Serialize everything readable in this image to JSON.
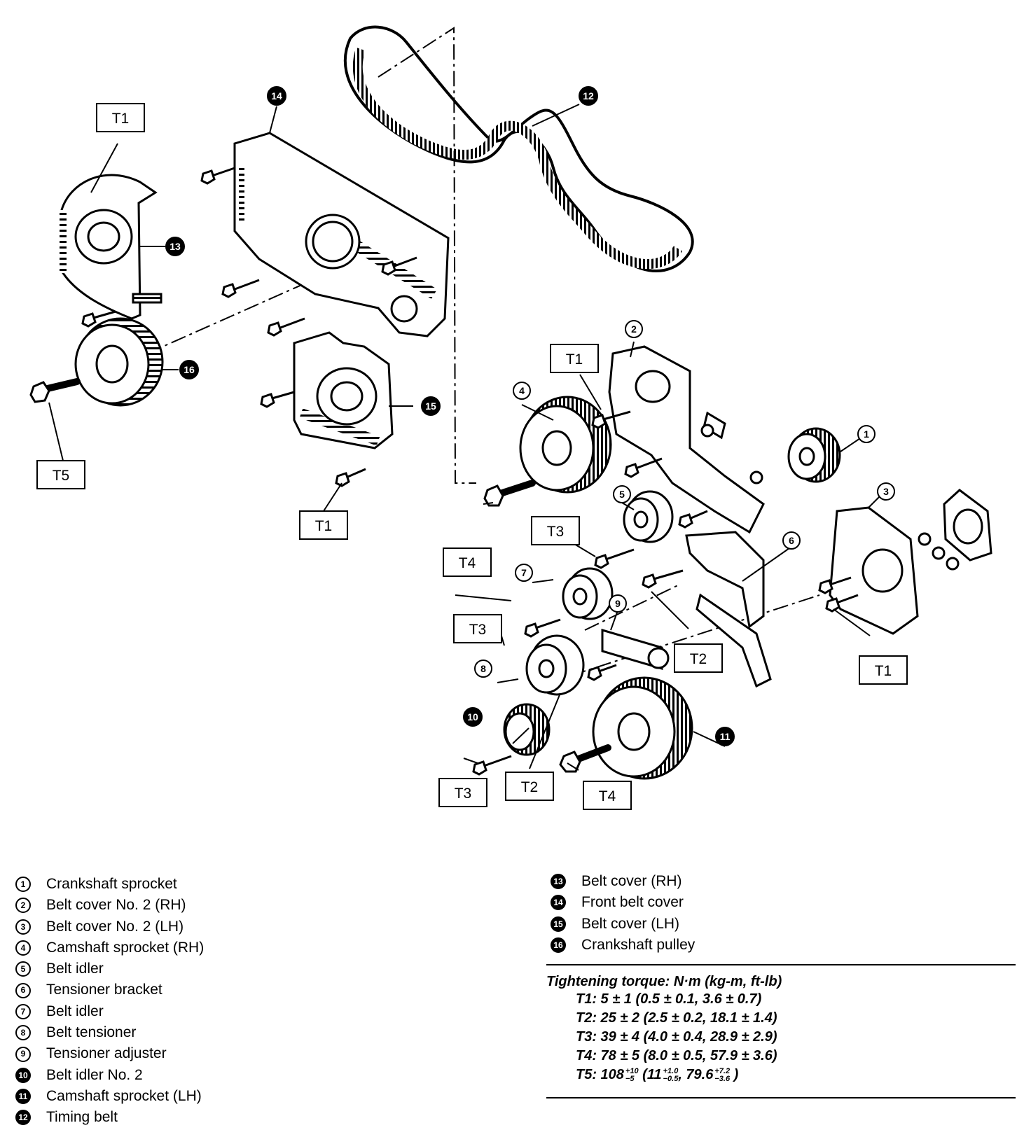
{
  "torque_labels": {
    "t1": "T1",
    "t2": "T2",
    "t3": "T3",
    "t4": "T4",
    "t5": "T5"
  },
  "callouts": {
    "n1": "1",
    "n2": "2",
    "n3": "3",
    "n4": "4",
    "n5": "5",
    "n6": "6",
    "n7": "7",
    "n8": "8",
    "n9": "9",
    "n10": "10",
    "n11": "11",
    "n12": "12",
    "n13": "13",
    "n14": "14",
    "n15": "15",
    "n16": "16"
  },
  "legend": {
    "left": [
      {
        "num": "1",
        "label": "Crankshaft sprocket"
      },
      {
        "num": "2",
        "label": "Belt cover No. 2 (RH)"
      },
      {
        "num": "3",
        "label": "Belt cover No. 2 (LH)"
      },
      {
        "num": "4",
        "label": "Camshaft sprocket (RH)"
      },
      {
        "num": "5",
        "label": "Belt idler"
      },
      {
        "num": "6",
        "label": "Tensioner bracket"
      },
      {
        "num": "7",
        "label": "Belt idler"
      },
      {
        "num": "8",
        "label": "Belt tensioner"
      },
      {
        "num": "9",
        "label": "Tensioner adjuster"
      },
      {
        "num": "10",
        "label": "Belt idler No. 2"
      },
      {
        "num": "11",
        "label": "Camshaft sprocket (LH)"
      },
      {
        "num": "12",
        "label": "Timing belt"
      }
    ],
    "right": [
      {
        "num": "13",
        "label": "Belt cover (RH)"
      },
      {
        "num": "14",
        "label": "Front belt cover"
      },
      {
        "num": "15",
        "label": "Belt cover (LH)"
      },
      {
        "num": "16",
        "label": "Crankshaft pulley"
      }
    ]
  },
  "torque": {
    "title": "Tightening torque: N·m (kg-m, ft-lb)",
    "lines": [
      "T1: 5 ± 1 (0.5 ± 0.1, 3.6 ± 0.7)",
      "T2: 25 ± 2 (2.5 ± 0.2, 18.1 ± 1.4)",
      "T3: 39 ± 4 (4.0 ± 0.4, 28.9 ± 2.9)",
      "T4: 78 ± 5 (8.0 ± 0.5, 57.9 ± 3.6)"
    ],
    "t5_prefix": "T5: 108",
    "t5_tol1_up": "+10",
    "t5_tol1_down": "−5",
    "t5_mid": " (11",
    "t5_tol2_up": "+1.0",
    "t5_tol2_down": "−0.5",
    "t5_mid2": ", 79.6",
    "t5_tol3_up": "+7.2",
    "t5_tol3_down": "−3.6",
    "t5_end": " )"
  }
}
